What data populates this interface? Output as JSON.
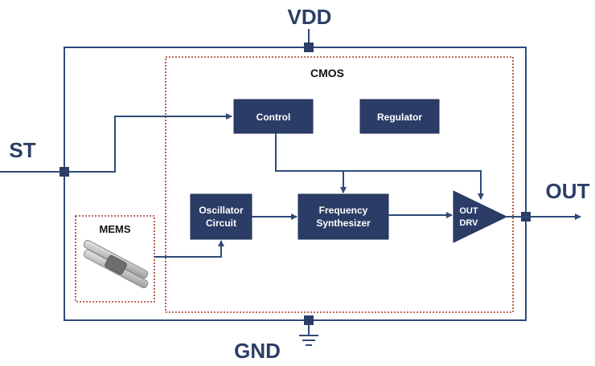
{
  "pins": {
    "vdd": "VDD",
    "gnd": "GND",
    "st": "ST",
    "out": "OUT"
  },
  "regions": {
    "cmos": "CMOS",
    "mems": "MEMS"
  },
  "blocks": {
    "control": "Control",
    "regulator": "Regulator",
    "oscillator_line1": "Oscillator",
    "oscillator_line2": "Circuit",
    "freq_line1": "Frequency",
    "freq_line2": "Synthesizer",
    "outdrv_line1": "OUT",
    "outdrv_line2": "DRV"
  },
  "colors": {
    "pin_text": "#2c3e66",
    "block_fill": "#2b3d66",
    "wire": "#2f4a7a",
    "dotted_border": "#a33a2a"
  }
}
